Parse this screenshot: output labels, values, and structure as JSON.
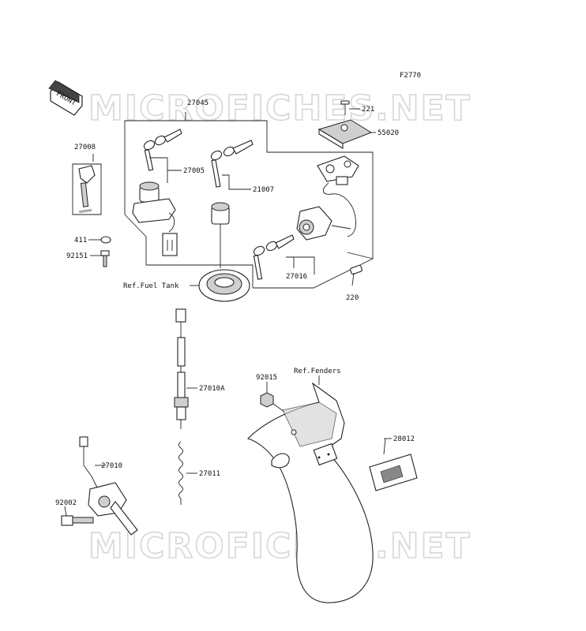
{
  "figure_code": "F2770",
  "front_label": "FRONT",
  "watermark": "MICROFICHES.NET",
  "labels": {
    "p27045": "27045",
    "p27008": "27008",
    "p27005": "27005",
    "p21007": "21007",
    "p221": "221",
    "p55020": "55020",
    "p411": "411",
    "p92151": "92151",
    "p27016": "27016",
    "p220": "220",
    "ref_fuel_tank": "Ref.Fuel Tank",
    "p27010A": "27010A",
    "p92015": "92015",
    "ref_fenders": "Ref.Fenders",
    "p28012": "28012",
    "p27011": "27011",
    "p27010": "27010",
    "p92002": "92002"
  }
}
